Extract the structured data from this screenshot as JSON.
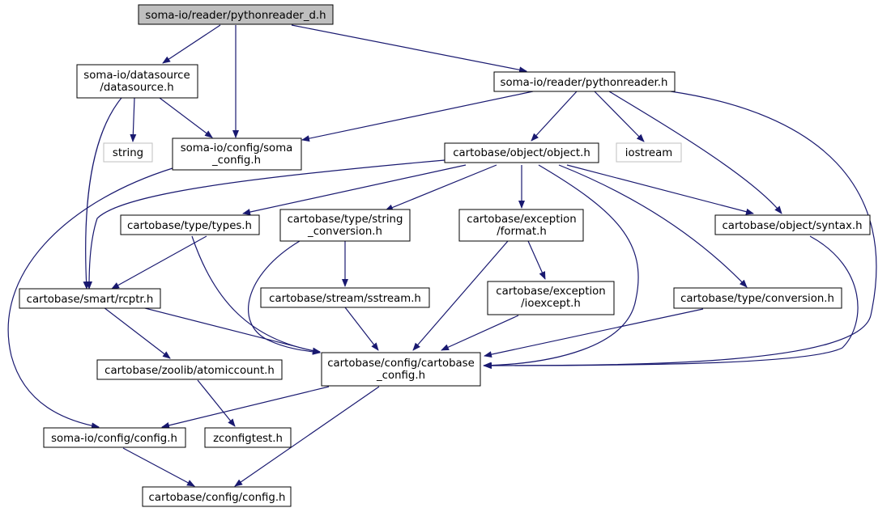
{
  "colors": {
    "edge": "#191970",
    "node_border": "#000000",
    "external_border": "#bfbfbf",
    "root_fill": "#bfbfbf",
    "background": "#ffffff"
  },
  "nodes": {
    "root": {
      "lines": [
        "soma-io/reader/pythonreader_d.h"
      ]
    },
    "datasource": {
      "lines": [
        "soma-io/datasource",
        "/datasource.h"
      ]
    },
    "pythonreader": {
      "lines": [
        "soma-io/reader/pythonreader.h"
      ]
    },
    "string": {
      "lines": [
        "string"
      ]
    },
    "soma_config": {
      "lines": [
        "soma-io/config/soma",
        "_config.h"
      ]
    },
    "object": {
      "lines": [
        "cartobase/object/object.h"
      ]
    },
    "iostream": {
      "lines": [
        "iostream"
      ]
    },
    "types": {
      "lines": [
        "cartobase/type/types.h"
      ]
    },
    "string_conversion": {
      "lines": [
        "cartobase/type/string",
        "_conversion.h"
      ]
    },
    "format": {
      "lines": [
        "cartobase/exception",
        "/format.h"
      ]
    },
    "syntax": {
      "lines": [
        "cartobase/object/syntax.h"
      ]
    },
    "rcptr": {
      "lines": [
        "cartobase/smart/rcptr.h"
      ]
    },
    "sstream": {
      "lines": [
        "cartobase/stream/sstream.h"
      ]
    },
    "ioexcept": {
      "lines": [
        "cartobase/exception",
        "/ioexcept.h"
      ]
    },
    "conversion": {
      "lines": [
        "cartobase/type/conversion.h"
      ]
    },
    "atomiccount": {
      "lines": [
        "cartobase/zoolib/atomiccount.h"
      ]
    },
    "cartobase_config": {
      "lines": [
        "cartobase/config/cartobase",
        "_config.h"
      ]
    },
    "somaio_config": {
      "lines": [
        "soma-io/config/config.h"
      ]
    },
    "zconfigtest": {
      "lines": [
        "zconfigtest.h"
      ]
    },
    "cartobase_config_h": {
      "lines": [
        "cartobase/config/config.h"
      ]
    }
  }
}
